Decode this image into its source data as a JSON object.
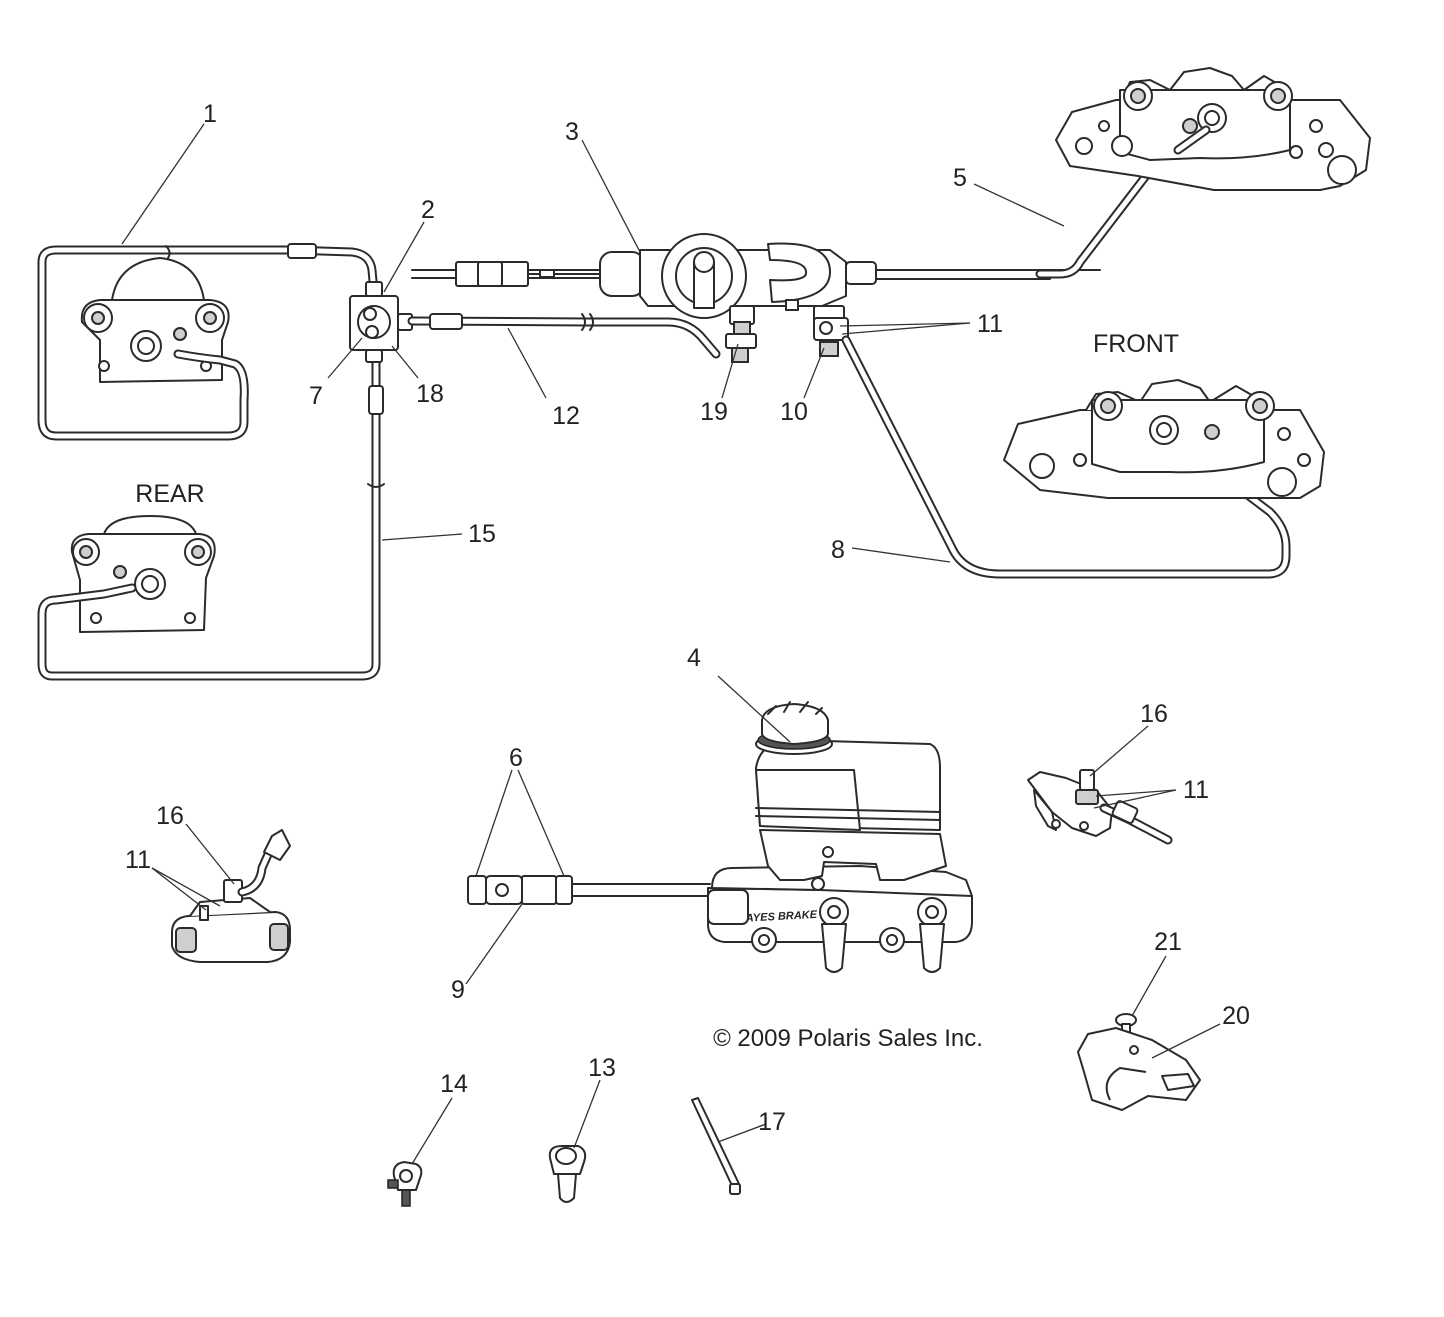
{
  "labels": {
    "rear": "REAR",
    "front": "FRONT",
    "copyright": "© 2009 Polaris Sales Inc."
  },
  "callouts": {
    "c1": "1",
    "c2": "2",
    "c3": "3",
    "c4": "4",
    "c5": "5",
    "c6": "6",
    "c7": "7",
    "c8": "8",
    "c9": "9",
    "c10": "10",
    "c11a": "11",
    "c11b": "11",
    "c11c": "11",
    "c12": "12",
    "c13": "13",
    "c14": "14",
    "c15": "15",
    "c16a": "16",
    "c16b": "16",
    "c17": "17",
    "c18": "18",
    "c19": "19",
    "c20": "20",
    "c21": "21"
  }
}
